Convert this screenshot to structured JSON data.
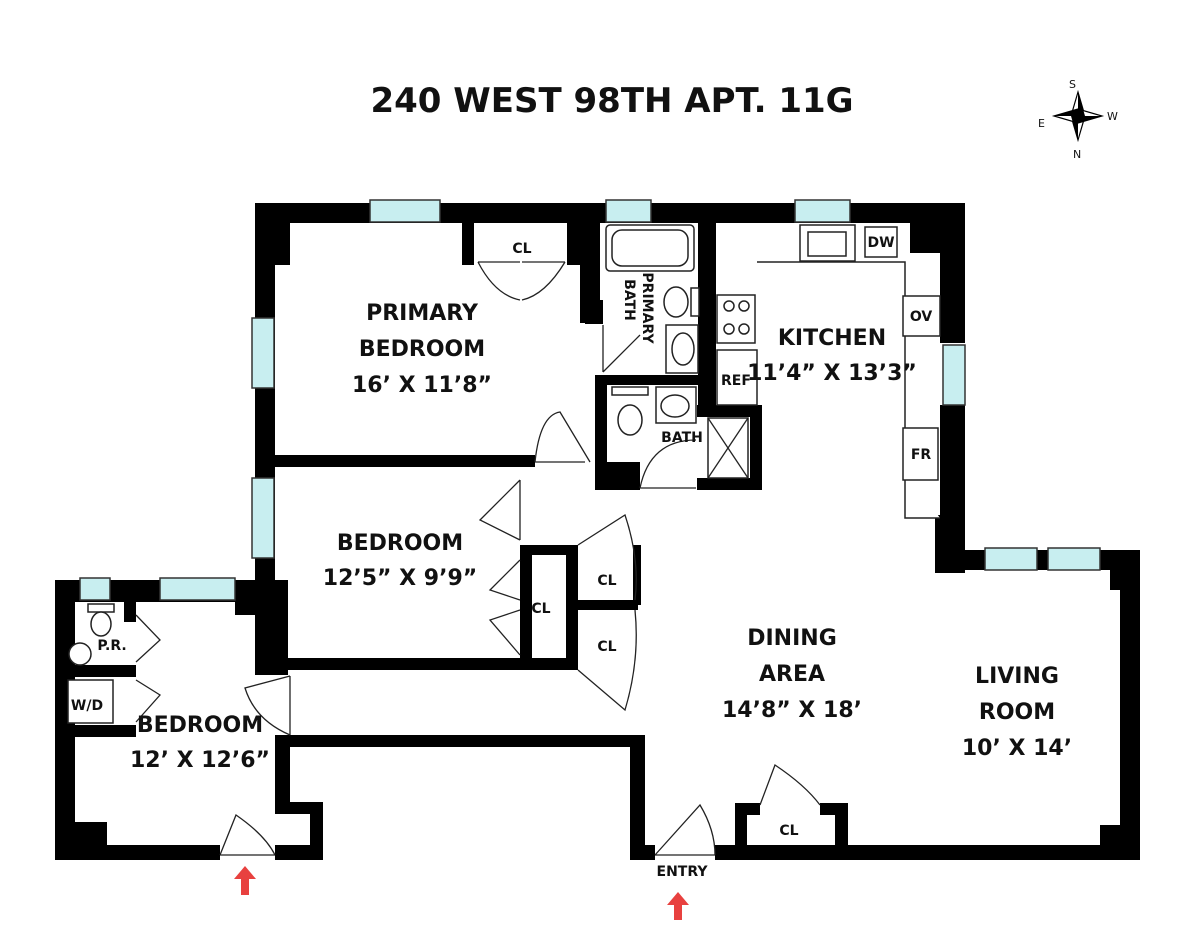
{
  "title": "240 WEST 98TH APT. 11G",
  "compass": {
    "n": "N",
    "s": "S",
    "e": "E",
    "w": "W"
  },
  "rooms": {
    "primary_bedroom": {
      "name1": "PRIMARY",
      "name2": "BEDROOM",
      "dims": "16’ X 11’8”"
    },
    "primary_bath": {
      "name1": "PRIMARY",
      "name2": "BATH"
    },
    "bath": "BATH",
    "kitchen": {
      "name": "KITCHEN",
      "dims": "11’4” X 13’3”"
    },
    "bedroom2": {
      "name": "BEDROOM",
      "dims": "12’5” X 9’9”"
    },
    "bedroom3": {
      "name": "BEDROOM",
      "dims": "12’ X 12’6”"
    },
    "dining": {
      "name1": "DINING",
      "name2": "AREA",
      "dims": "14’8” X 18’"
    },
    "living": {
      "name1": "LIVING",
      "name2": "ROOM",
      "dims": "10’ X 14’"
    },
    "powder_room": "P.R."
  },
  "labels": {
    "closet": "CL",
    "dishwasher": "DW",
    "oven": "OV",
    "refrigerator": "REF",
    "freezer": "FR",
    "washer_dryer": "W/D",
    "entry": "ENTRY"
  },
  "colors": {
    "window": "#c8eef0",
    "arrow": "#e8413f",
    "wall": "#000000"
  }
}
